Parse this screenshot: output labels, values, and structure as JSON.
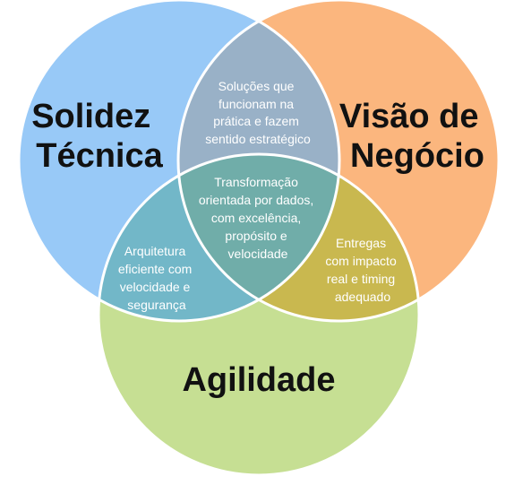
{
  "colors": {
    "solidez": "#98c9f7",
    "visao": "#fbb67e",
    "agilidade": "#c6df93",
    "solidez_visao": "#99b1c7",
    "solidez_agilidade": "#72b7c8",
    "visao_agilidade": "#c9b84f",
    "center": "#70ada9",
    "outline": "#ffffff"
  },
  "circles": {
    "solidez": {
      "title_lines": [
        "Solidez",
        "Técnica"
      ]
    },
    "visao": {
      "title_lines": [
        "Visão de",
        "Negócio"
      ]
    },
    "agilidade": {
      "title_lines": [
        "Agilidade"
      ]
    }
  },
  "intersections": {
    "solidez_visao": [
      "Soluções que",
      "funcionam na",
      "prática e fazem",
      "sentido estratégico"
    ],
    "center": [
      "Transformação",
      "orientada por dados,",
      "com excelência,",
      "propósito e",
      "velocidade"
    ],
    "solidez_agilidade": [
      "Arquitetura",
      "eficiente com",
      "velocidade e",
      "segurança"
    ],
    "visao_agilidade": [
      "Entregas",
      "com impacto",
      "real e timing",
      "adequado"
    ]
  }
}
